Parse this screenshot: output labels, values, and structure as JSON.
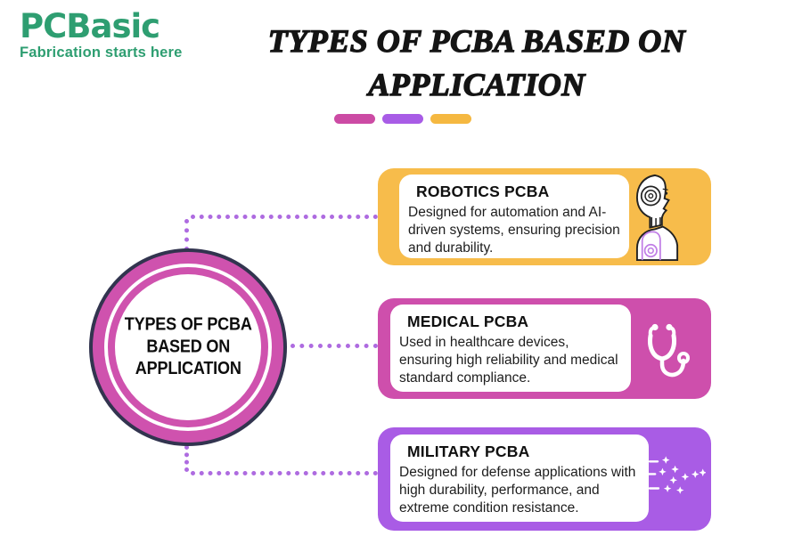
{
  "logo": {
    "brand": "PCBasic",
    "tagline": "Fabrication starts here",
    "color": "#2E9E71"
  },
  "header": {
    "title_line1": "TYPES OF PCBA BASED ON",
    "title_line2": "APPLICATION",
    "dashes": [
      {
        "color": "#CC4BA4"
      },
      {
        "color": "#A85CE6"
      },
      {
        "color": "#F5B841"
      }
    ]
  },
  "hub": {
    "label_line1": "TYPES OF PCBA",
    "label_line2": "BASED ON",
    "label_line3": "APPLICATION",
    "fill_color": "#CF52AE",
    "outline_color": "#32344F"
  },
  "connector_color": "#AE6BE0",
  "cards": [
    {
      "id": "robotics",
      "title": "ROBOTICS PCBA",
      "description": "Designed for automation and AI-driven systems, ensuring precision and durability.",
      "color": "#F7BC4B",
      "icon": "robot-icon"
    },
    {
      "id": "medical",
      "title": "MEDICAL PCBA",
      "description": "Used in healthcare devices, ensuring high reliability and medical standard compliance.",
      "color": "#CE4FAC",
      "icon": "stethoscope-icon"
    },
    {
      "id": "military",
      "title": "MILITARY PCBA",
      "description": "Designed for defense applications with high durability, performance, and extreme condition resistance.",
      "color": "#A95CE5",
      "icon": "fighter-jet-formation-icon"
    }
  ]
}
